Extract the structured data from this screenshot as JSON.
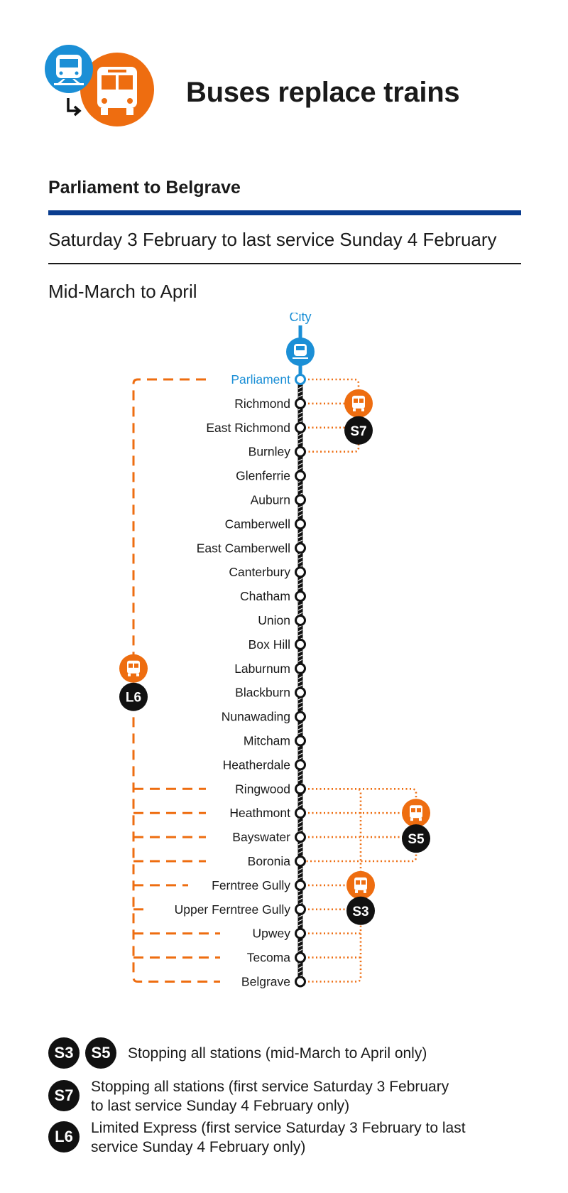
{
  "header": {
    "title": "Buses replace trains",
    "subtitle": "Parliament to Belgrave",
    "date_range_1": "Saturday 3 February to last service Sunday 4 February",
    "date_range_2": "Mid-March to April"
  },
  "colors": {
    "train_blue": "#1b8fd6",
    "bus_orange": "#ee6d10",
    "rule_blue": "#0a3d8f",
    "line_black": "#111111"
  },
  "icons": {
    "header_train": "train-icon",
    "header_bus": "bus-icon",
    "replace_arrow": "arrow-icon"
  },
  "map": {
    "city_label": "City",
    "stations": [
      "Parliament",
      "Richmond",
      "East Richmond",
      "Burnley",
      "Glenferrie",
      "Auburn",
      "Camberwell",
      "East Camberwell",
      "Canterbury",
      "Chatham",
      "Union",
      "Box Hill",
      "Laburnum",
      "Blackburn",
      "Nunawading",
      "Mitcham",
      "Heatherdale",
      "Ringwood",
      "Heathmont",
      "Bayswater",
      "Boronia",
      "Ferntree Gully",
      "Upper Ferntree Gully",
      "Upwey",
      "Tecoma",
      "Belgrave"
    ],
    "routes": {
      "S7": "S7",
      "S5": "S5",
      "S3": "S3",
      "L6": "L6"
    }
  },
  "legend": {
    "s3": "S3",
    "s5": "S5",
    "s7": "S7",
    "l6": "L6",
    "s3_s5_text": "Stopping all stations (mid-March to April only)",
    "s7_line1": "Stopping all stations (first service Saturday 3 February",
    "s7_line2": "to last service Sunday 4 February only)",
    "l6_line1": "Limited Express (first service Saturday 3 February to last",
    "l6_line2": "service Sunday 4 February only)"
  }
}
